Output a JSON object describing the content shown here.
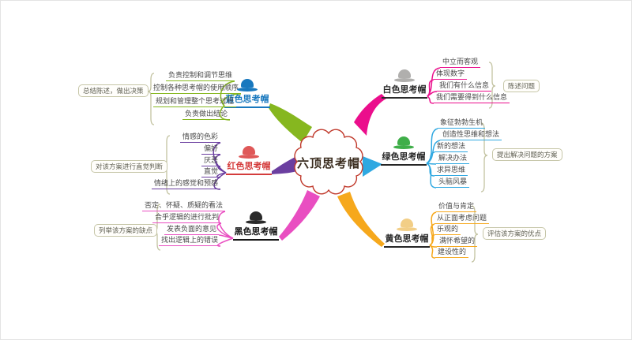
{
  "title": "六顶思考帽",
  "colors": {
    "center_border": "#c0392b",
    "brace": "#c2c2a0"
  },
  "branches": [
    {
      "id": "blue",
      "label": "蓝色思考帽",
      "side": "left",
      "hat_color": "#1878be",
      "line_color": "#86b71f",
      "summary": "总结陈述，做出决策",
      "items": [
        "负责控制和调节思维",
        "控制各种思考帽的使用顺序",
        "规划和管理整个思考过程",
        "负责做出结论"
      ]
    },
    {
      "id": "white",
      "label": "白色思考帽",
      "side": "right",
      "hat_color": "#b0afad",
      "line_color": "#eb0e8c",
      "summary": "陈述问题",
      "items": [
        "中立而客观",
        "体现数字",
        "我们有什么信息",
        "我们需要得到什么信息"
      ]
    },
    {
      "id": "red",
      "label": "红色思考帽",
      "side": "left",
      "hat_color": "#df5858",
      "line_color": "#6b3fa0",
      "summary": "对该方案进行直觉判断",
      "items": [
        "情感的色彩",
        "偏好",
        "厌恶",
        "直觉",
        "情绪上的感觉和预感"
      ]
    },
    {
      "id": "green",
      "label": "绿色思考帽",
      "side": "right",
      "hat_color": "#3fae49",
      "line_color": "#2fa8e1",
      "summary": "提出解决问题的方案",
      "items": [
        "象征勃勃生机",
        "创造性思维和想法",
        "新的想法",
        "解决办法",
        "求异思维",
        "头脑风暴"
      ]
    },
    {
      "id": "black",
      "label": "黑色思考帽",
      "side": "left",
      "hat_color": "#2b2b2b",
      "line_color": "#e94ec1",
      "summary": "列举该方案的缺点",
      "items": [
        "否定、怀疑、质疑的看法",
        "合乎逻辑的进行批判",
        "发表负面的意见",
        "找出逻辑上的错误"
      ]
    },
    {
      "id": "yellow",
      "label": "黄色思考帽",
      "side": "right",
      "hat_color": "#f2ce86",
      "line_color": "#f6a81c",
      "summary": "评估该方案的优点",
      "items": [
        "价值与肯定",
        "从正面考虑问题",
        "乐观的",
        "满怀希望的",
        "建设性的"
      ]
    }
  ]
}
